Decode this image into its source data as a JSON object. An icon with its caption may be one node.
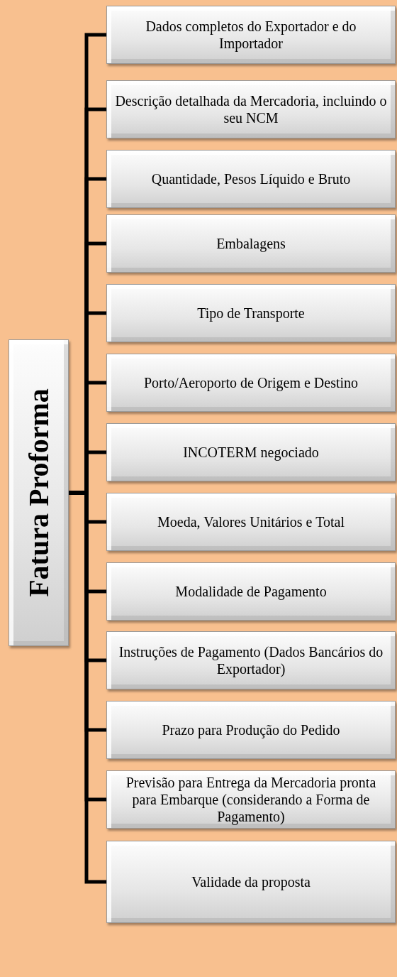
{
  "diagram": {
    "nodes": [
      {
        "text": [
          "Fatura Proforma"
        ]
      },
      {
        "text": [
          "Dados completos do Exportador e do Importador"
        ]
      },
      {
        "text": [
          "Descrição detalhada da Mercadoria, incluindo o seu NCM"
        ]
      },
      {
        "text": [
          "Quantidade, Pesos Líquido e Bruto"
        ]
      },
      {
        "text": [
          "Embalagens"
        ]
      },
      {
        "text": [
          "Tipo de Transporte"
        ]
      },
      {
        "text": [
          "Porto/Aeroporto de Origem e Destino"
        ]
      },
      {
        "text": [
          "INCOTERM negociado"
        ]
      },
      {
        "text": [
          "Moeda, Valores Unitários e Total"
        ]
      },
      {
        "text": [
          "Modalidade de Pagamento"
        ]
      },
      {
        "text": [
          "Instruções de Pagamento (Dados Bancários do Exportador)"
        ]
      },
      {
        "text": [
          "Prazo para Produção do Pedido"
        ]
      },
      {
        "text": [
          "Previsão para Entrega da Mercadoria pronta para Embarque (considerando a Forma de Pagamento)"
        ]
      },
      {
        "text": [
          "Validade da proposta"
        ]
      }
    ],
    "edges": [
      {
        "from": 0,
        "to": 1,
        "arrow": "none"
      },
      {
        "from": 0,
        "to": 2,
        "arrow": "none"
      },
      {
        "from": 0,
        "to": 3,
        "arrow": "none"
      },
      {
        "from": 0,
        "to": 4,
        "arrow": "none"
      },
      {
        "from": 0,
        "to": 5,
        "arrow": "none"
      },
      {
        "from": 0,
        "to": 6,
        "arrow": "none"
      },
      {
        "from": 0,
        "to": 7,
        "arrow": "none"
      },
      {
        "from": 0,
        "to": 8,
        "arrow": "none"
      },
      {
        "from": 0,
        "to": 9,
        "arrow": "none"
      },
      {
        "from": 0,
        "to": 10,
        "arrow": "none"
      },
      {
        "from": 0,
        "to": 11,
        "arrow": "none"
      },
      {
        "from": 0,
        "to": 12,
        "arrow": "none"
      },
      {
        "from": 0,
        "to": 13,
        "arrow": "none"
      }
    ]
  }
}
